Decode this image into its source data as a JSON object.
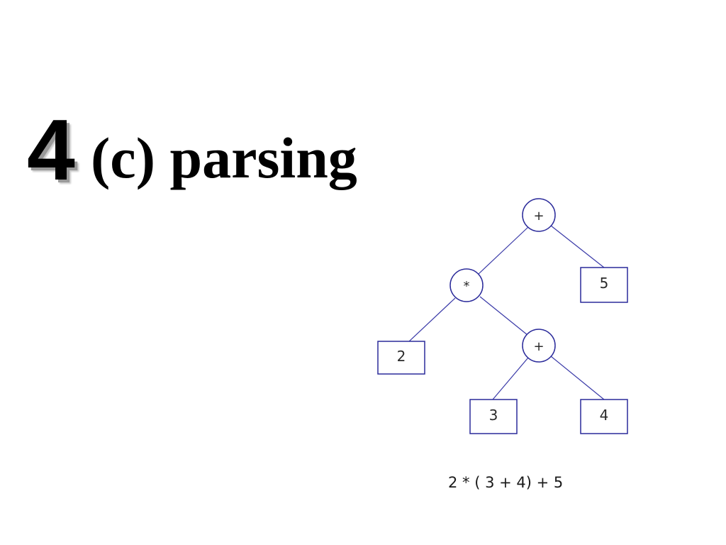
{
  "title": {
    "number": "4",
    "text": "(c) parsing"
  },
  "tree": {
    "nodes": [
      {
        "id": "root-plus",
        "kind": "operator",
        "label": "+"
      },
      {
        "id": "times",
        "kind": "operator",
        "label": "*"
      },
      {
        "id": "five",
        "kind": "operand",
        "label": "5"
      },
      {
        "id": "two",
        "kind": "operand",
        "label": "2"
      },
      {
        "id": "inner-plus",
        "kind": "operator",
        "label": "+"
      },
      {
        "id": "three",
        "kind": "operand",
        "label": "3"
      },
      {
        "id": "four",
        "kind": "operand",
        "label": "4"
      }
    ],
    "edges": [
      {
        "from": "root-plus",
        "to": "times"
      },
      {
        "from": "root-plus",
        "to": "five"
      },
      {
        "from": "times",
        "to": "two"
      },
      {
        "from": "times",
        "to": "inner-plus"
      },
      {
        "from": "inner-plus",
        "to": "three"
      },
      {
        "from": "inner-plus",
        "to": "four"
      }
    ]
  },
  "expression": "2 * ( 3 + 4) + 5",
  "colors": {
    "node_stroke": "#2a2a9a",
    "edge_stroke": "#3a3aa8"
  }
}
